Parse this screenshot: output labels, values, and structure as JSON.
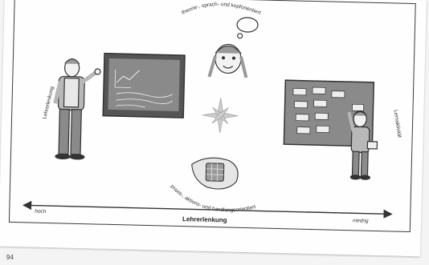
{
  "labels": {
    "top_arc": "theorie-, sprach- und kopforientiert",
    "bottom_arc": "praxis-, aktions- und handlungsorientiert",
    "left_side": "Lehrerlenkung",
    "right_side": "Lernaktivität",
    "axis_title": "Lehrerlenkung",
    "axis_left": "hoch",
    "axis_right": "niedrig"
  },
  "page_number": "94",
  "colors": {
    "paper": "#fefefe",
    "background": "#f4f4f4",
    "line": "#3a3a3a",
    "figure_fill": "#b8b8b8",
    "board_fill": "#8a8a8a"
  }
}
